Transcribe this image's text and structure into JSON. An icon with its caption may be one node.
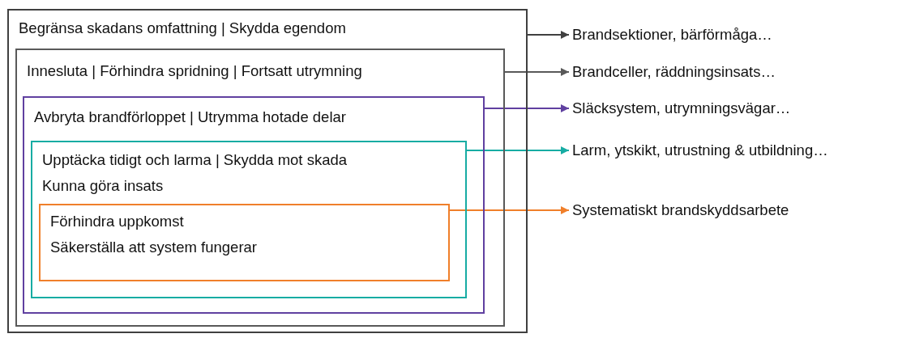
{
  "diagram": {
    "nodes": [
      {
        "text": [
          "Begränsa skadans omfattning | Skydda egendom"
        ]
      },
      {
        "text": [
          "Innesluta | Förhindra spridning | Fortsatt utrymning"
        ],
        "in": 0
      },
      {
        "text": [
          "Avbryta brandförloppet | Utrymma hotade delar"
        ],
        "in": 1
      },
      {
        "text": [
          "Upptäcka tidigt och larma | Skydda mot skada",
          "Kunna göra insats"
        ],
        "in": 2
      },
      {
        "text": [
          "Förhindra uppkomst",
          "Säkerställa att system fungerar"
        ],
        "in": 3
      },
      {
        "text": [
          "Brandsektioner, bärförmåga…"
        ]
      },
      {
        "text": [
          "Brandceller, räddningsinsats…"
        ]
      },
      {
        "text": [
          "Släcksystem, utrymningsvägar…"
        ]
      },
      {
        "text": [
          "Larm, ytskikt, utrustning & utbildning…"
        ]
      },
      {
        "text": [
          "Systematiskt brandskyddsarbete"
        ]
      }
    ],
    "edges": [
      {
        "from": 0,
        "to": 5,
        "arrow": "to",
        "color": "#404040"
      },
      {
        "from": 1,
        "to": 6,
        "arrow": "to",
        "color": "#595959"
      },
      {
        "from": 2,
        "to": 7,
        "arrow": "to",
        "color": "#6040a0"
      },
      {
        "from": 3,
        "to": 8,
        "arrow": "to",
        "color": "#17aca3"
      },
      {
        "from": 4,
        "to": 9,
        "arrow": "to",
        "color": "#f07f2a"
      }
    ]
  }
}
